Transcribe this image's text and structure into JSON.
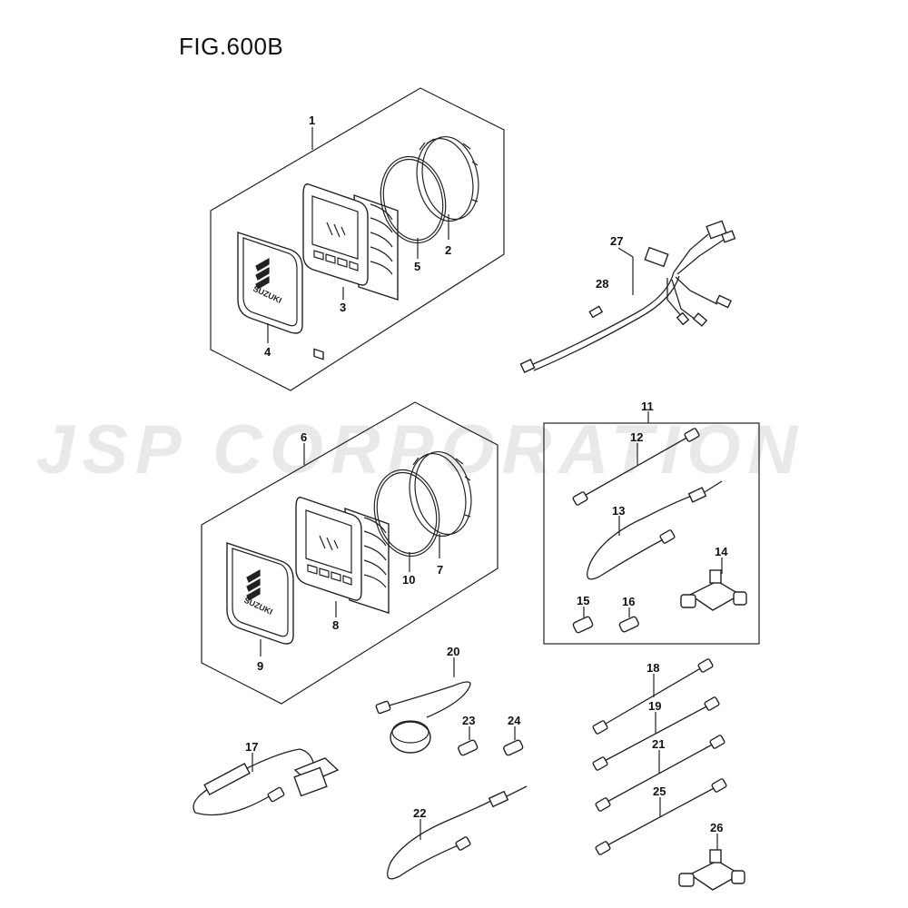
{
  "figure": {
    "title": "FIG.600B",
    "watermark": "JSP CORPORATION",
    "brand_on_part": "SUZUKI"
  },
  "callouts": [
    {
      "id": "c1",
      "label": "1"
    },
    {
      "id": "c2",
      "label": "2"
    },
    {
      "id": "c3",
      "label": "3"
    },
    {
      "id": "c4",
      "label": "4"
    },
    {
      "id": "c5",
      "label": "5"
    },
    {
      "id": "c6",
      "label": "6"
    },
    {
      "id": "c7",
      "label": "7"
    },
    {
      "id": "c8",
      "label": "8"
    },
    {
      "id": "c9",
      "label": "9"
    },
    {
      "id": "c10",
      "label": "10"
    },
    {
      "id": "c11",
      "label": "11"
    },
    {
      "id": "c12",
      "label": "12"
    },
    {
      "id": "c13",
      "label": "13"
    },
    {
      "id": "c14",
      "label": "14"
    },
    {
      "id": "c15",
      "label": "15"
    },
    {
      "id": "c16",
      "label": "16"
    },
    {
      "id": "c17",
      "label": "17"
    },
    {
      "id": "c18",
      "label": "18"
    },
    {
      "id": "c19",
      "label": "19"
    },
    {
      "id": "c20",
      "label": "20"
    },
    {
      "id": "c21",
      "label": "21"
    },
    {
      "id": "c22",
      "label": "22"
    },
    {
      "id": "c23",
      "label": "23"
    },
    {
      "id": "c24",
      "label": "24"
    },
    {
      "id": "c25",
      "label": "25"
    },
    {
      "id": "c26",
      "label": "26"
    },
    {
      "id": "c27",
      "label": "27"
    },
    {
      "id": "c28",
      "label": "28"
    }
  ],
  "colors": {
    "line": "#222222",
    "watermark": "#e9e9e9",
    "background": "#ffffff"
  }
}
